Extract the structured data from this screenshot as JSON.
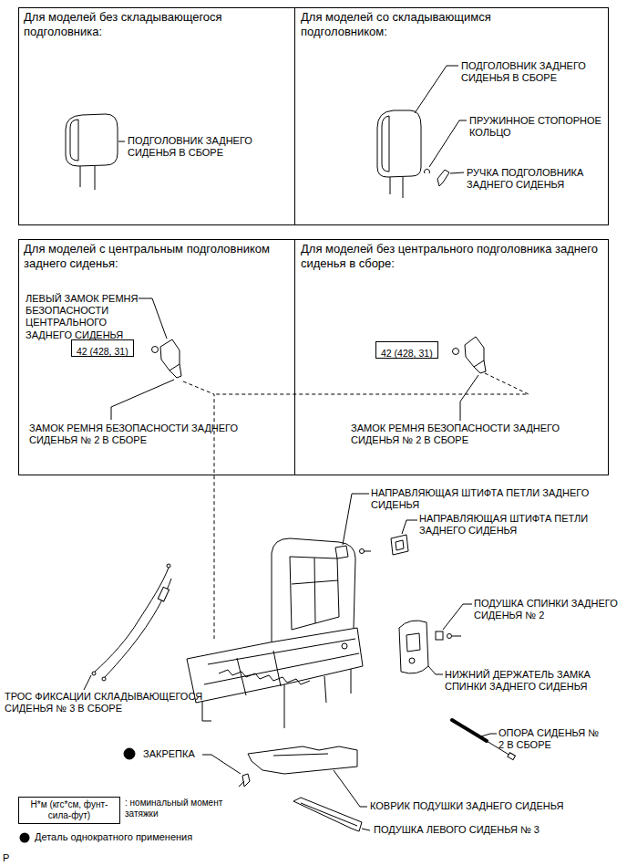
{
  "diagram": {
    "nodes": [
      {
        "text": [
          "Для моделей без складывающегося подголовника:",
          "ПОДГОЛОВНИК ЗАДНЕГО СИДЕНЬЯ В СБОРЕ"
        ]
      },
      {
        "text": [
          "Для моделей со складывающимся подголовником:",
          "ПОДГОЛОВНИК ЗАДНЕГО СИДЕНЬЯ В СБОРЕ",
          "ПРУЖИННОЕ СТОПОРНОЕ КОЛЬЦО",
          "РУЧКА ПОДГОЛОВНИКА ЗАДНЕГО СИДЕНЬЯ"
        ]
      },
      {
        "text": [
          "Для моделей с центральным подголовником заднего сиденья:",
          "ЛЕВЫЙ ЗАМОК РЕМНЯ БЕЗОПАСНОСТИ ЦЕНТРАЛЬНОГО ЗАДНЕГО СИДЕНЬЯ",
          "ЗАМОК РЕМНЯ БЕЗОПАСНОСТИ ЗАДНЕГО СИДЕНЬЯ № 2 В СБОРЕ"
        ]
      },
      {
        "text": [
          "42 (428, 31)"
        ],
        "in": 2
      },
      {
        "text": [
          "Для моделей без центрального подголовника заднего сиденья в сборе:",
          "ЗАМОК РЕМНЯ БЕЗОПАСНОСТИ ЗАДНЕГО СИДЕНЬЯ № 2 В СБОРЕ"
        ]
      },
      {
        "text": [
          "42 (428, 31)"
        ],
        "in": 4
      },
      {
        "text": [
          "Н*м (кгс*см, фунт-сила-фут)"
        ]
      }
    ],
    "labels": [
      "НАПРАВЛЯЮЩАЯ ШТИФТА ПЕТЛИ ЗАДНЕГО СИДЕНЬЯ",
      "НАПРАВЛЯЮЩАЯ ШТИФТА ПЕТЛИ ЗАДНЕГО СИДЕНЬЯ",
      "ПОДУШКА СПИНКИ ЗАДНЕГО СИДЕНЬЯ № 2",
      "НИЖНИЙ ДЕРЖАТЕЛЬ ЗАМКА СПИНКИ ЗАДНЕГО СИДЕНЬЯ",
      "ТРОС ФИКСАЦИИ СКЛАДЫВАЮЩЕГОСЯ СИДЕНЬЯ № 3 В СБОРЕ",
      "ЗАКРЕПКА",
      "ОПОРА СИДЕНЬЯ № 2 В СБОРЕ",
      "КОВРИК ПОДУШКИ ЗАДНЕГО СИДЕНЬЯ",
      "ПОДУШКА ЛЕВОГО СИДЕНЬЯ № 3",
      "P"
    ],
    "legend": [
      {
        "text": ": номинальный момент затяжки"
      },
      {
        "text": "Деталь однократного применения"
      }
    ]
  }
}
